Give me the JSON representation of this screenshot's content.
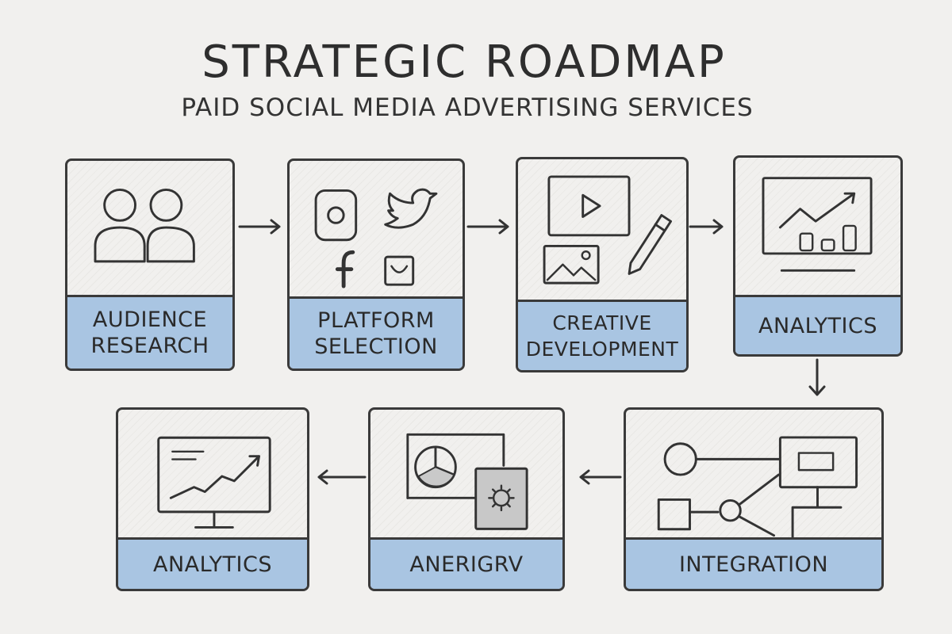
{
  "header": {
    "title": "STRATEGIC ROADMAP",
    "subtitle": "PAID SOCIAL MEDIA ADVERTISING SERVICES"
  },
  "steps": [
    {
      "label": "AUDIENCE\nRESEARCH",
      "icon": "people-icon"
    },
    {
      "label": "PLATFORM\nSELECTION",
      "icon": "social-platforms-icon"
    },
    {
      "label": "CREATIVE\nDEVELOPMENT",
      "icon": "creative-media-icon"
    },
    {
      "label": "ANALYTICS",
      "icon": "analytics-chart-icon"
    },
    {
      "label": "INTEGRATION",
      "icon": "integration-network-icon"
    },
    {
      "label": "ANERIGRV",
      "icon": "report-gear-icon"
    },
    {
      "label": "ANALYTICS",
      "icon": "monitor-trend-icon"
    }
  ],
  "colors": {
    "label_fill": "#a9c5e2",
    "stroke": "#3a3a3a",
    "background": "#f1f0ee"
  }
}
